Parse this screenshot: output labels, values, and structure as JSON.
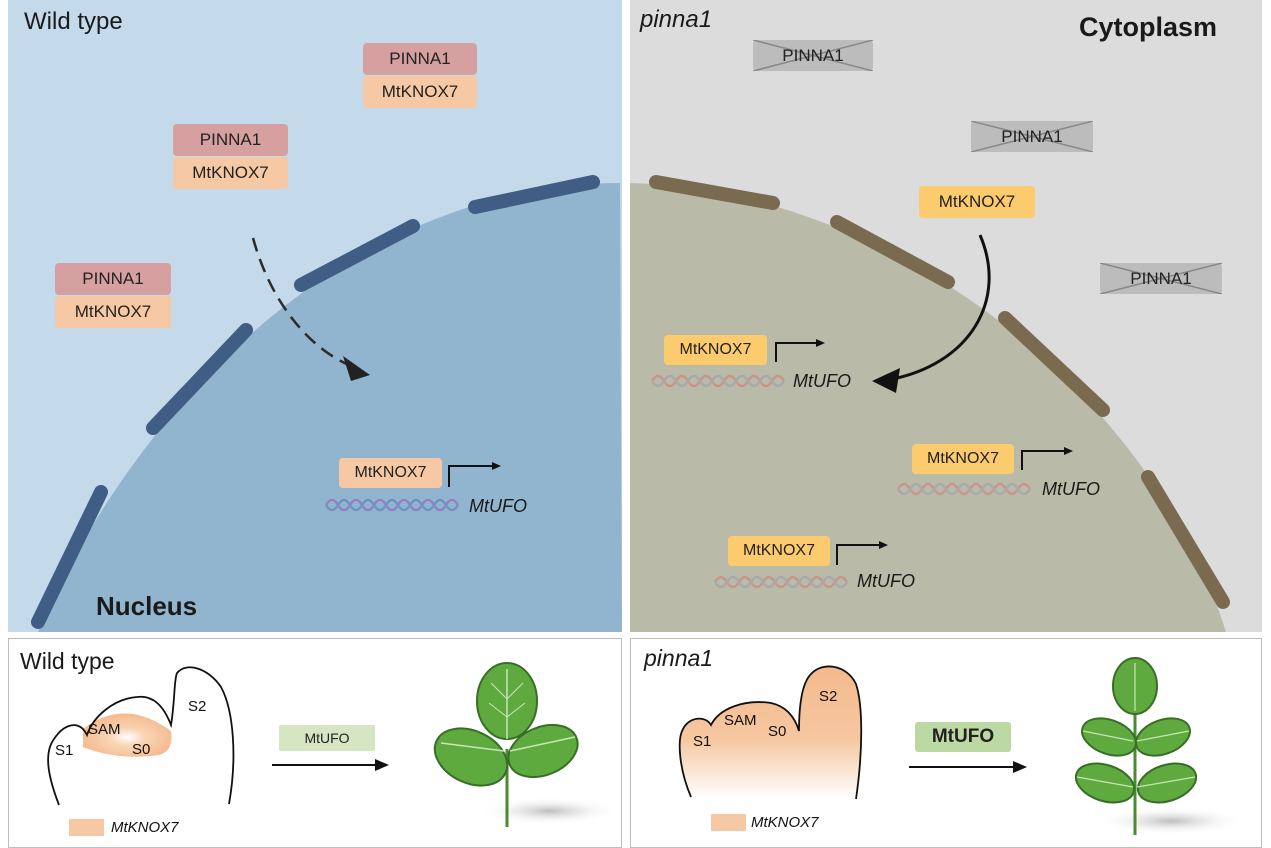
{
  "top_left": {
    "title": "Wild type",
    "pinna_label": "PINNA1",
    "knox_label": "MtKNOX7",
    "nucleus_label": "Nucleus",
    "promoter_label": "MtKNOX7",
    "gene_label": "MtUFO"
  },
  "top_right": {
    "title": "pinna1",
    "cytoplasm_label": "Cytoplasm",
    "crossed_label": "PINNA1",
    "free_knox_label": "MtKNOX7",
    "promoter_label": "MtKNOX7",
    "gene_label": "MtUFO"
  },
  "bottom_left": {
    "title": "Wild type",
    "sam_label": "SAM",
    "s0_label": "S0",
    "s1_label": "S1",
    "s2_label": "S2",
    "signal_label": "MtUFO",
    "legend_label": "MtKNOX7"
  },
  "bottom_right": {
    "title": "pinna1",
    "sam_label": "SAM",
    "s0_label": "S0",
    "s1_label": "S1",
    "s2_label": "S2",
    "signal_label": "MtUFO",
    "legend_label": "MtKNOX7"
  },
  "colors": {
    "wt_bg": "#c4d9e9",
    "wt_nucleus": "#91b4cf",
    "wt_envelope": "#3f5d85",
    "mut_bg": "#dbdcdb",
    "mut_nucleus": "#b9bba8",
    "mut_envelope": "#7a6a50",
    "pinna_box": "#d6a0a0",
    "knox_box": "#f6c9a4",
    "knox_box_mutant": "#fbcb6e",
    "mtufo_light": "#d6e6c3",
    "mtufo_strong": "#bcd9a4",
    "leaf_green": "#5faa3e"
  }
}
